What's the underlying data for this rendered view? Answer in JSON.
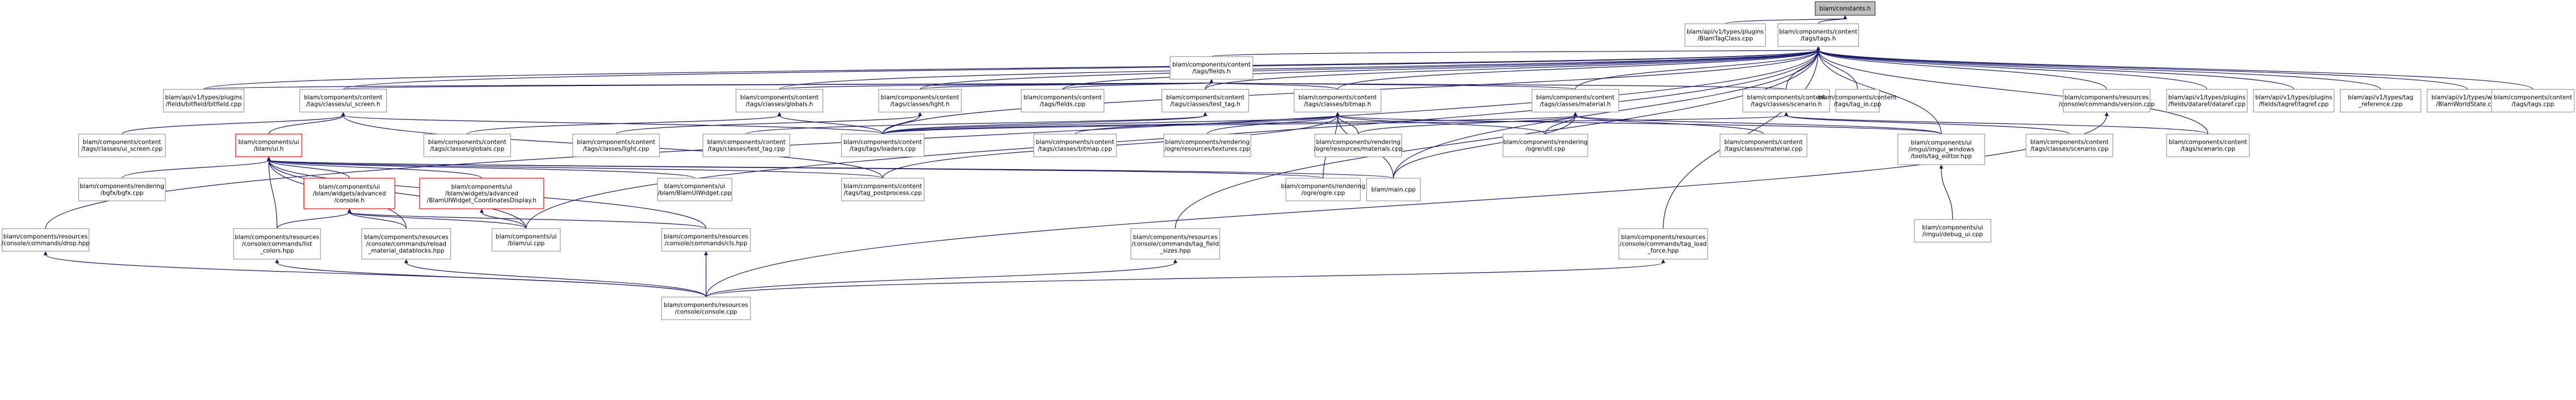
{
  "title": "blam/constants.h",
  "nodes": [
    {
      "id": "constants_h",
      "lines": [
        "blam/constants.h"
      ],
      "kind": "root"
    },
    {
      "id": "blamtagclass",
      "lines": [
        "blam/api/v1/types/plugins",
        "/BlamTagClass.cpp"
      ],
      "kind": "file"
    },
    {
      "id": "tags_h",
      "lines": [
        "blam/components/content",
        "/tags/tags.h"
      ],
      "kind": "file"
    },
    {
      "id": "fields_h",
      "lines": [
        "blam/components/content",
        "/tags/fields.h"
      ],
      "kind": "file"
    },
    {
      "id": "bitfield",
      "lines": [
        "blam/api/v1/types/plugins",
        "/fields/bitfield/bitfield.cpp"
      ],
      "kind": "file"
    },
    {
      "id": "ui_screen_h",
      "lines": [
        "blam/components/content",
        "/tags/classes/ui_screen.h"
      ],
      "kind": "file"
    },
    {
      "id": "globals_h",
      "lines": [
        "blam/components/content",
        "/tags/classes/globals.h"
      ],
      "kind": "file"
    },
    {
      "id": "light_h",
      "lines": [
        "blam/components/content",
        "/tags/classes/light.h"
      ],
      "kind": "file"
    },
    {
      "id": "fields_cpp",
      "lines": [
        "blam/components/content",
        "/tags/fields.cpp"
      ],
      "kind": "file"
    },
    {
      "id": "test_tag_h",
      "lines": [
        "blam/components/content",
        "/tags/classes/test_tag.h"
      ],
      "kind": "file"
    },
    {
      "id": "bitmap_h",
      "lines": [
        "blam/components/content",
        "/tags/classes/bitmap.h"
      ],
      "kind": "file"
    },
    {
      "id": "material_h",
      "lines": [
        "blam/components/content",
        "/tags/classes/material.h"
      ],
      "kind": "file"
    },
    {
      "id": "scenario_h",
      "lines": [
        "blam/components/content",
        "/tags/classes/scenario.h"
      ],
      "kind": "file"
    },
    {
      "id": "tag_io",
      "lines": [
        "blam/components/content",
        "/tags/tag_io.cpp"
      ],
      "kind": "file"
    },
    {
      "id": "version_cpp",
      "lines": [
        "blam/components/resources",
        "/console/commands/version.cpp"
      ],
      "kind": "file"
    },
    {
      "id": "datarefdatatel",
      "lines": [
        "blam/api/v1/types/plugins",
        "/fields/dataref/dataref.cpp"
      ],
      "kind": "file"
    },
    {
      "id": "tagref",
      "lines": [
        "blam/api/v1/types/plugins",
        "/fields/tagref/tagref.cpp"
      ],
      "kind": "file"
    },
    {
      "id": "tag_reference",
      "lines": [
        "blam/api/v1/types/tag",
        "_reference.cpp"
      ],
      "kind": "file"
    },
    {
      "id": "blamworldstate",
      "lines": [
        "blam/api/v1/types/world",
        "/BlamWorldState.cpp"
      ],
      "kind": "file"
    },
    {
      "id": "tags_cpp",
      "lines": [
        "blam/components/content",
        "/tags/tags.cpp"
      ],
      "kind": "file"
    },
    {
      "id": "ui_screen_cpp",
      "lines": [
        "blam/components/content",
        "/tags/classes/ui_screen.cpp"
      ],
      "kind": "file"
    },
    {
      "id": "ui_h",
      "lines": [
        "blam/components/ui",
        "/blam/ui.h"
      ],
      "kind": "trunc"
    },
    {
      "id": "globals_cpp",
      "lines": [
        "blam/components/content",
        "/tags/classes/globals.cpp"
      ],
      "kind": "file"
    },
    {
      "id": "light_cpp",
      "lines": [
        "blam/components/content",
        "/tags/classes/light.cpp"
      ],
      "kind": "file"
    },
    {
      "id": "test_tag_cpp",
      "lines": [
        "blam/components/content",
        "/tags/classes/test_tag.cpp"
      ],
      "kind": "file"
    },
    {
      "id": "tags_loaders",
      "lines": [
        "blam/components/content",
        "/tags/tags/loaders.cpp"
      ],
      "kind": "file"
    },
    {
      "id": "bitmap_cpp",
      "lines": [
        "blam/components/content",
        "/tags/classes/bitmap.cpp"
      ],
      "kind": "file"
    },
    {
      "id": "textures_cpp",
      "lines": [
        "blam/components/rendering",
        "/ogre/resources/textures.cpp"
      ],
      "kind": "file"
    },
    {
      "id": "materials_cpp",
      "lines": [
        "blam/components/rendering",
        "/ogre/resources/materials.cpp"
      ],
      "kind": "file"
    },
    {
      "id": "util_cpp",
      "lines": [
        "blam/components/rendering",
        "/ogre/util.cpp"
      ],
      "kind": "file"
    },
    {
      "id": "material_cpp",
      "lines": [
        "blam/components/content",
        "/tags/classes/material.cpp"
      ],
      "kind": "file"
    },
    {
      "id": "tag_editor",
      "lines": [
        "blam/components/ui",
        "/imgui/imgui_windows",
        "/tools/tag_editor.hpp"
      ],
      "kind": "file"
    },
    {
      "id": "scenario_cpp",
      "lines": [
        "blam/components/content",
        "/tags/classes/scenario.cpp"
      ],
      "kind": "file"
    },
    {
      "id": "tags_scenario",
      "lines": [
        "blam/components/content",
        "/tags/scenario.cpp"
      ],
      "kind": "file"
    },
    {
      "id": "bgfx_cpp",
      "lines": [
        "blam/components/rendering",
        "/bgfx/bgfx.cpp"
      ],
      "kind": "file"
    },
    {
      "id": "console_h",
      "lines": [
        "blam/components/ui",
        "/blam/widgets/advanced",
        "/console.h"
      ],
      "kind": "trunc"
    },
    {
      "id": "coords_display",
      "lines": [
        "blam/components/ui",
        "/blam/widgets/advanced",
        "/BlamUIWidget_CoordinatesDisplay.h"
      ],
      "kind": "trunc"
    },
    {
      "id": "blamuiwidget",
      "lines": [
        "blam/components/ui",
        "/blam/BlamUIWidget.cpp"
      ],
      "kind": "file"
    },
    {
      "id": "tag_postprocess",
      "lines": [
        "blam/components/content",
        "/tags/tag_postprocess.cpp"
      ],
      "kind": "file"
    },
    {
      "id": "ogre_cpp",
      "lines": [
        "blam/components/rendering",
        "/ogre/ogre.cpp"
      ],
      "kind": "file"
    },
    {
      "id": "main_cpp",
      "lines": [
        "blam/main.cpp"
      ],
      "kind": "file"
    },
    {
      "id": "debug_ui",
      "lines": [
        "blam/components/ui",
        "/imgui/debug_ui.cpp"
      ],
      "kind": "file"
    },
    {
      "id": "drop_hpp",
      "lines": [
        "blam/components/resources",
        "/console/commands/drop.hpp"
      ],
      "kind": "file"
    },
    {
      "id": "list_colors",
      "lines": [
        "blam/components/resources",
        "/console/commands/list",
        "_colors.hpp"
      ],
      "kind": "file"
    },
    {
      "id": "reload_datablocks",
      "lines": [
        "blam/components/resources",
        "/console/commands/reload",
        "_material_datablocks.hpp"
      ],
      "kind": "file"
    },
    {
      "id": "ui_cpp",
      "lines": [
        "blam/components/ui",
        "/blam/ui.cpp"
      ],
      "kind": "file"
    },
    {
      "id": "cls_hpp",
      "lines": [
        "blam/components/resources",
        "/console/commands/cls.hpp"
      ],
      "kind": "file"
    },
    {
      "id": "tag_field_sizes",
      "lines": [
        "blam/components/resources",
        "/console/commands/tag_field",
        "_sizes.hpp"
      ],
      "kind": "file"
    },
    {
      "id": "tag_load_force",
      "lines": [
        "blam/components/resources",
        "/console/commands/tag_load",
        "_force.hpp"
      ],
      "kind": "file"
    },
    {
      "id": "console_cpp",
      "lines": [
        "blam/components/resources",
        "/console/console.cpp"
      ],
      "kind": "file"
    }
  ],
  "edges": [
    [
      "blamtagclass",
      "constants_h"
    ],
    [
      "tags_h",
      "constants_h"
    ],
    [
      "fields_h",
      "tags_h"
    ],
    [
      "bitfield",
      "tags_h"
    ],
    [
      "ui_screen_h",
      "tags_h"
    ],
    [
      "globals_h",
      "tags_h"
    ],
    [
      "light_h",
      "tags_h"
    ],
    [
      "fields_cpp",
      "tags_h"
    ],
    [
      "test_tag_h",
      "tags_h"
    ],
    [
      "bitmap_h",
      "tags_h"
    ],
    [
      "material_h",
      "tags_h"
    ],
    [
      "scenario_h",
      "tags_h"
    ],
    [
      "tag_io",
      "tags_h"
    ],
    [
      "version_cpp",
      "tags_h"
    ],
    [
      "datarefdatatel",
      "tags_h"
    ],
    [
      "tagref",
      "tags_h"
    ],
    [
      "tag_reference",
      "tags_h"
    ],
    [
      "blamworldstate",
      "tags_h"
    ],
    [
      "tags_cpp",
      "tags_h"
    ],
    [
      "drop_hpp",
      "tags_h"
    ],
    [
      "tag_editor",
      "tags_h"
    ],
    [
      "tags_scenario",
      "tags_h"
    ],
    [
      "main_cpp",
      "tags_h"
    ],
    [
      "tag_field_sizes",
      "tags_h"
    ],
    [
      "tag_load_force",
      "tags_h"
    ],
    [
      "tags_loaders",
      "tags_h"
    ],
    [
      "ui_cpp",
      "tags_h"
    ],
    [
      "bitfield",
      "fields_h"
    ],
    [
      "ui_screen_h",
      "fields_h"
    ],
    [
      "globals_h",
      "fields_h"
    ],
    [
      "light_h",
      "fields_h"
    ],
    [
      "fields_cpp",
      "fields_h"
    ],
    [
      "test_tag_h",
      "fields_h"
    ],
    [
      "bitmap_h",
      "fields_h"
    ],
    [
      "material_h",
      "fields_h"
    ],
    [
      "scenario_h",
      "fields_h"
    ],
    [
      "ui_screen_cpp",
      "ui_screen_h"
    ],
    [
      "ui_h",
      "ui_screen_h"
    ],
    [
      "tags_loaders",
      "ui_screen_h"
    ],
    [
      "tag_postprocess",
      "ui_screen_h"
    ],
    [
      "globals_cpp",
      "globals_h"
    ],
    [
      "tags_loaders",
      "globals_h"
    ],
    [
      "light_cpp",
      "light_h"
    ],
    [
      "tags_loaders",
      "light_h"
    ],
    [
      "test_tag_cpp",
      "test_tag_h"
    ],
    [
      "tags_loaders",
      "test_tag_h"
    ],
    [
      "tags_loaders",
      "bitmap_h"
    ],
    [
      "bitmap_cpp",
      "bitmap_h"
    ],
    [
      "textures_cpp",
      "bitmap_h"
    ],
    [
      "materials_cpp",
      "bitmap_h"
    ],
    [
      "util_cpp",
      "bitmap_h"
    ],
    [
      "tag_postprocess",
      "bitmap_h"
    ],
    [
      "ogre_cpp",
      "bitmap_h"
    ],
    [
      "main_cpp",
      "bitmap_h"
    ],
    [
      "tag_editor",
      "bitmap_h"
    ],
    [
      "tags_loaders",
      "material_h"
    ],
    [
      "material_cpp",
      "material_h"
    ],
    [
      "materials_cpp",
      "material_h"
    ],
    [
      "util_cpp",
      "material_h"
    ],
    [
      "tag_editor",
      "material_h"
    ],
    [
      "main_cpp",
      "material_h"
    ],
    [
      "scenario_cpp",
      "scenario_h"
    ],
    [
      "tags_scenario",
      "scenario_h"
    ],
    [
      "tags_loaders",
      "scenario_h"
    ],
    [
      "bgfx_cpp",
      "ui_h"
    ],
    [
      "console_h",
      "ui_h"
    ],
    [
      "coords_display",
      "ui_h"
    ],
    [
      "blamuiwidget",
      "ui_h"
    ],
    [
      "tag_postprocess",
      "ui_h"
    ],
    [
      "ogre_cpp",
      "ui_h"
    ],
    [
      "main_cpp",
      "ui_h"
    ],
    [
      "list_colors",
      "ui_h"
    ],
    [
      "reload_datablocks",
      "ui_h"
    ],
    [
      "ui_cpp",
      "ui_h"
    ],
    [
      "cls_hpp",
      "ui_h"
    ],
    [
      "list_colors",
      "console_h"
    ],
    [
      "reload_datablocks",
      "console_h"
    ],
    [
      "ui_cpp",
      "console_h"
    ],
    [
      "cls_hpp",
      "console_h"
    ],
    [
      "ui_cpp",
      "coords_display"
    ],
    [
      "debug_ui",
      "tag_editor"
    ],
    [
      "console_cpp",
      "drop_hpp"
    ],
    [
      "console_cpp",
      "list_colors"
    ],
    [
      "console_cpp",
      "reload_datablocks"
    ],
    [
      "console_cpp",
      "cls_hpp"
    ],
    [
      "console_cpp",
      "tag_field_sizes"
    ],
    [
      "console_cpp",
      "tag_load_force"
    ],
    [
      "console_cpp",
      "version_cpp"
    ]
  ]
}
